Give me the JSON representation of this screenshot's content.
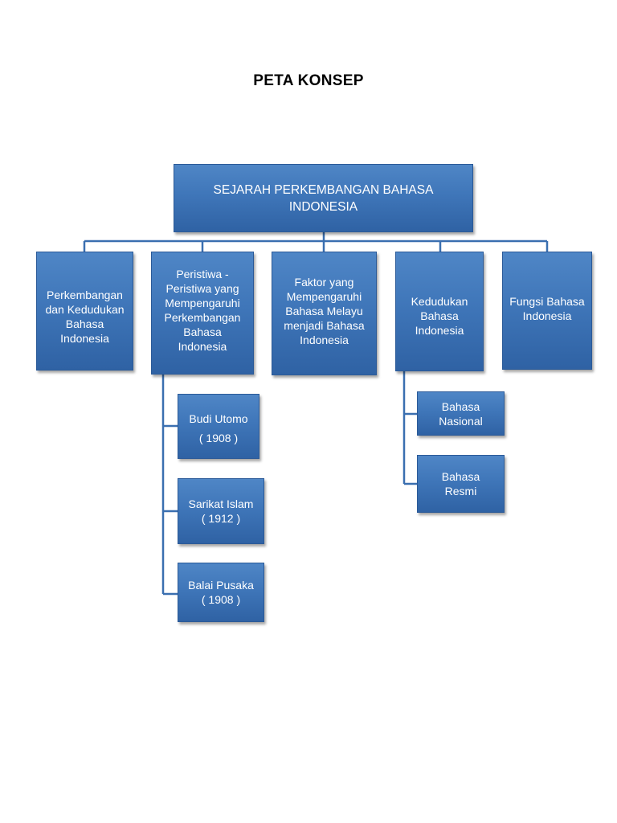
{
  "title": "PETA KONSEP",
  "root": "SEJARAH PERKEMBANGAN BAHASA INDONESIA",
  "branches": [
    "Perkembangan\ndan Kedudukan\nBahasa\nIndonesia",
    "Peristiwa -\nPeristiwa yang\nMempengaruhi\nPerkembangan\nBahasa\nIndonesia",
    "Faktor yang\nMempengaruhi\nBahasa Melayu\nmenjadi Bahasa\nIndonesia",
    "Kedudukan\nBahasa\nIndonesia",
    "Fungsi Bahasa\nIndonesia"
  ],
  "events": [
    "Budi Utomo\n( 1908 )",
    "Sarikat Islam\n( 1912 )",
    "Balai Pusaka\n( 1908 )"
  ],
  "positions": [
    "Bahasa\nNasional",
    "Bahasa\nResmi"
  ],
  "colors": {
    "box_fill": "#3f76b9",
    "box_border": "#2b5a98",
    "connector": "#3a6fb0",
    "text": "#ffffff"
  }
}
